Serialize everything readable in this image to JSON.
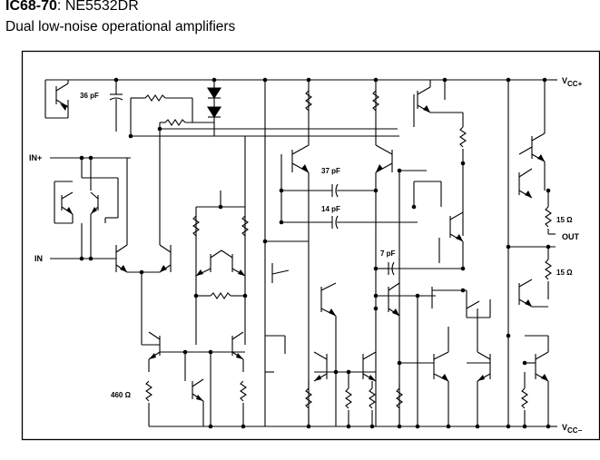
{
  "header": {
    "part_id": "IC68-70",
    "separator": ": ",
    "part_name": "NE5532DR",
    "subtitle": "Dual low-noise operational amplifiers"
  },
  "pins": {
    "vcc_plus_main": "V",
    "vcc_plus_sub": "CC+",
    "vcc_minus_main": "V",
    "vcc_minus_sub": "CC−",
    "in_plus": "IN+",
    "in_minus": "IN",
    "out": "OUT"
  },
  "components": {
    "cap_36": "36 pF",
    "cap_37": "37 pF",
    "cap_14": "14 pF",
    "cap_7": "7 pF",
    "res_460": "460 Ω",
    "res_15_top": "15 Ω",
    "res_15_bottom": "15 Ω"
  }
}
